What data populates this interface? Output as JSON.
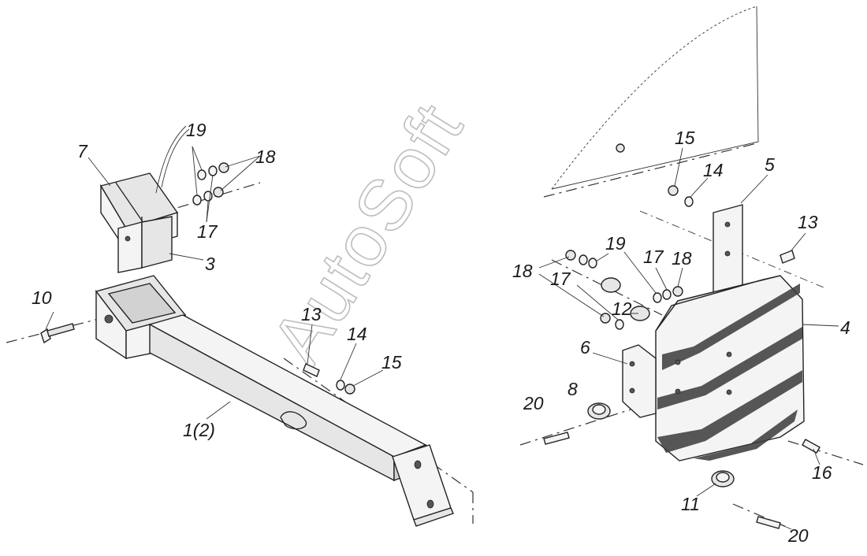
{
  "watermark": "AutoSoft",
  "callouts": {
    "c1": "1(2)",
    "c3": "3",
    "c4": "4",
    "c5": "5",
    "c6": "6",
    "c7": "7",
    "c8": "8",
    "c10": "10",
    "c11": "11",
    "c12": "12",
    "c13a": "13",
    "c13b": "13",
    "c14a": "14",
    "c14b": "14",
    "c15a": "15",
    "c15b": "15",
    "c16": "16",
    "c17a": "17",
    "c17b": "17",
    "c17c": "17",
    "c18a": "18",
    "c18b": "18",
    "c18c": "18",
    "c19a": "19",
    "c19b": "19",
    "c20a": "20",
    "c20b": "20"
  }
}
